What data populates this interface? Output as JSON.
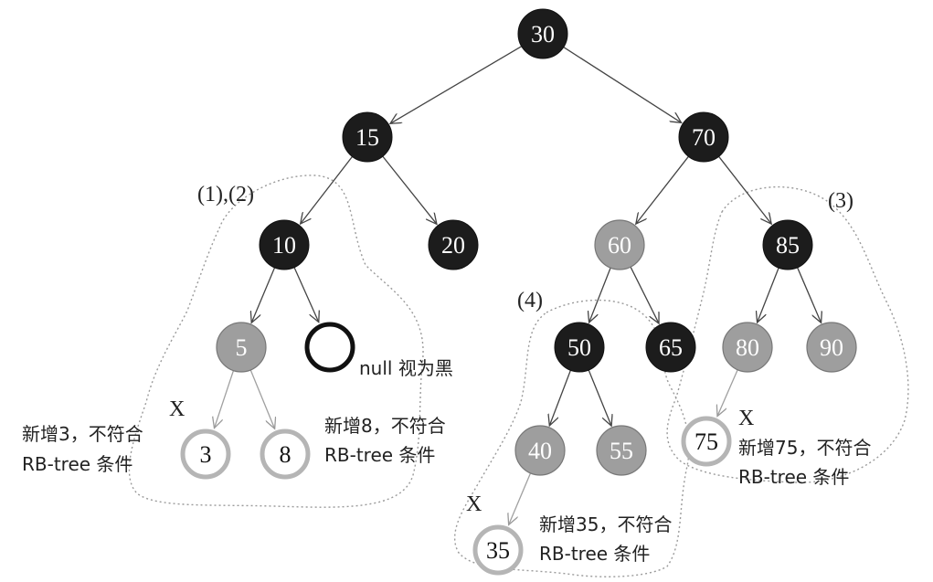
{
  "colors": {
    "black": "#1c1c1c",
    "red": "#9e9e9e",
    "new": "#b5b5b5",
    "line": "#444444",
    "dotted": "#9a9a9a"
  },
  "nodes": {
    "n30": {
      "label": "30",
      "color": "black"
    },
    "n15": {
      "label": "15",
      "color": "black"
    },
    "n70": {
      "label": "70",
      "color": "black"
    },
    "n10": {
      "label": "10",
      "color": "black"
    },
    "n20": {
      "label": "20",
      "color": "black"
    },
    "n60": {
      "label": "60",
      "color": "red"
    },
    "n85": {
      "label": "85",
      "color": "black"
    },
    "n5": {
      "label": "5",
      "color": "red"
    },
    "nnull": {
      "label": "",
      "color": "null"
    },
    "n50": {
      "label": "50",
      "color": "black"
    },
    "n65": {
      "label": "65",
      "color": "black"
    },
    "n80": {
      "label": "80",
      "color": "red"
    },
    "n90": {
      "label": "90",
      "color": "red"
    },
    "n40": {
      "label": "40",
      "color": "red"
    },
    "n55": {
      "label": "55",
      "color": "red"
    },
    "n3": {
      "label": "3",
      "color": "new"
    },
    "n8": {
      "label": "8",
      "color": "new"
    },
    "n75": {
      "label": "75",
      "color": "new"
    },
    "n35": {
      "label": "35",
      "color": "new"
    }
  },
  "edges": [
    {
      "from": "n30",
      "to": "n15",
      "style": "solid"
    },
    {
      "from": "n30",
      "to": "n70",
      "style": "solid"
    },
    {
      "from": "n15",
      "to": "n10",
      "style": "solid"
    },
    {
      "from": "n15",
      "to": "n20",
      "style": "solid"
    },
    {
      "from": "n70",
      "to": "n60",
      "style": "solid"
    },
    {
      "from": "n70",
      "to": "n85",
      "style": "solid"
    },
    {
      "from": "n10",
      "to": "n5",
      "style": "solid"
    },
    {
      "from": "n10",
      "to": "nnull",
      "style": "solid"
    },
    {
      "from": "n60",
      "to": "n50",
      "style": "solid"
    },
    {
      "from": "n60",
      "to": "n65",
      "style": "solid"
    },
    {
      "from": "n85",
      "to": "n80",
      "style": "solid"
    },
    {
      "from": "n85",
      "to": "n90",
      "style": "solid"
    },
    {
      "from": "n50",
      "to": "n40",
      "style": "solid"
    },
    {
      "from": "n50",
      "to": "n55",
      "style": "solid"
    },
    {
      "from": "n5",
      "to": "n3",
      "style": "faded"
    },
    {
      "from": "n5",
      "to": "n8",
      "style": "faded"
    },
    {
      "from": "n80",
      "to": "n75",
      "style": "faded"
    },
    {
      "from": "n40",
      "to": "n35",
      "style": "faded"
    }
  ],
  "case_labels": {
    "c12": "(1),(2)",
    "c3": "(3)",
    "c4": "(4)"
  },
  "null_note": "null 视为黑",
  "x_marks": {
    "x3": "X",
    "x75": "X",
    "x35": "X"
  },
  "notes": {
    "n3_l1": "新增3，不符合",
    "n3_l2": "RB-tree 条件",
    "n8_l1": "新增8，不符合",
    "n8_l2": "RB-tree 条件",
    "n75_l1": "新增75，不符合",
    "n75_l2": "RB-tree 条件",
    "n35_l1": "新增35，不符合",
    "n35_l2": "RB-tree 条件"
  }
}
